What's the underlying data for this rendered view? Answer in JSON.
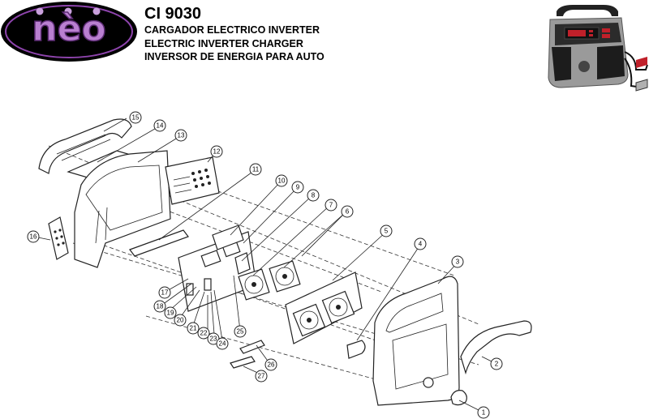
{
  "brand": {
    "logo_text": "nèo"
  },
  "header": {
    "model": "CI 9030",
    "line_es": "CARGADOR ELECTRICO INVERTER",
    "line_en": "ELECTRIC INVERTER CHARGER",
    "line_es2": "INVERSOR DE ENERGIA PARA AUTO"
  },
  "product_photo": {
    "icon": "battery-charger-photo"
  },
  "parts": [
    {
      "n": "1"
    },
    {
      "n": "2"
    },
    {
      "n": "3"
    },
    {
      "n": "4"
    },
    {
      "n": "5"
    },
    {
      "n": "6"
    },
    {
      "n": "7"
    },
    {
      "n": "8"
    },
    {
      "n": "9"
    },
    {
      "n": "10"
    },
    {
      "n": "11"
    },
    {
      "n": "12"
    },
    {
      "n": "13"
    },
    {
      "n": "14"
    },
    {
      "n": "15"
    },
    {
      "n": "16"
    },
    {
      "n": "17"
    },
    {
      "n": "18"
    },
    {
      "n": "19"
    },
    {
      "n": "20"
    },
    {
      "n": "21"
    },
    {
      "n": "22"
    },
    {
      "n": "23"
    },
    {
      "n": "24"
    },
    {
      "n": "25"
    },
    {
      "n": "26"
    },
    {
      "n": "27"
    }
  ],
  "colors": {
    "logo_bg": "#000000",
    "logo_ring": "#8e44ad",
    "logo_text": "#b97fd0"
  }
}
